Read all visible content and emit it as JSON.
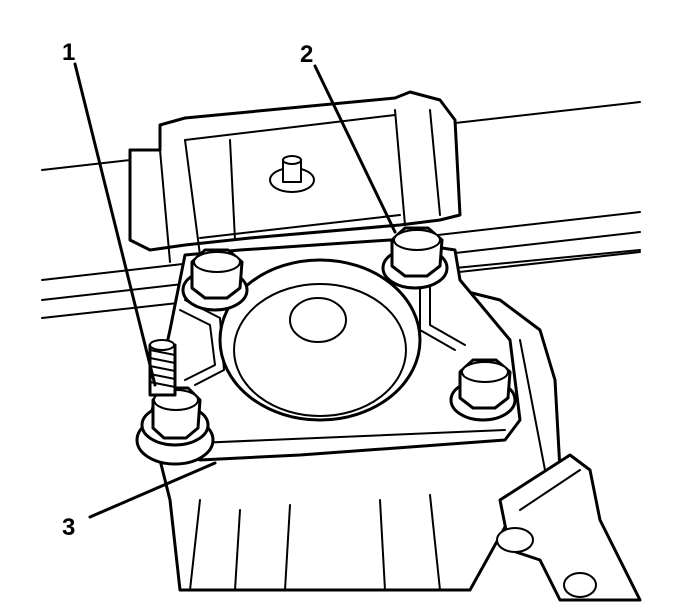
{
  "diagram": {
    "callouts": [
      {
        "id": "1",
        "label": "1"
      },
      {
        "id": "2",
        "label": "2"
      },
      {
        "id": "3",
        "label": "3"
      }
    ],
    "colors": {
      "line": "#000000",
      "fill": "#ffffff"
    }
  }
}
